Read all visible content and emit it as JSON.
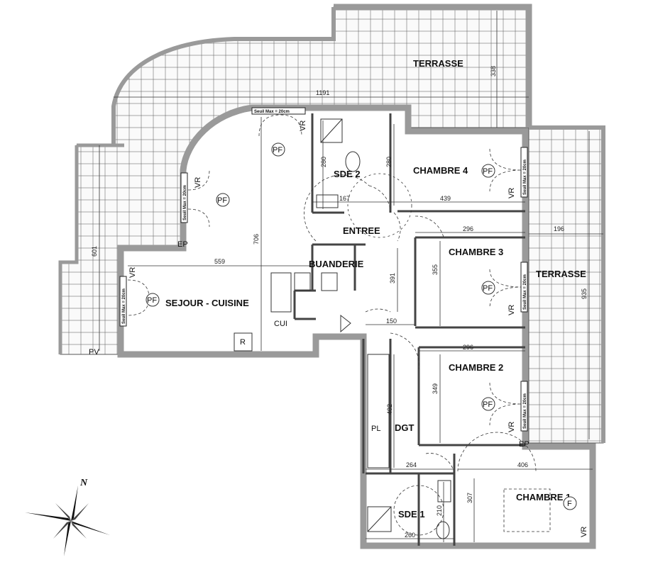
{
  "plan": {
    "rooms": {
      "terrasse_top": "TERRASSE",
      "terrasse_right": "TERRASSE",
      "sde2": "SDE 2",
      "chambre4": "CHAMBRE 4",
      "entree": "ENTREE",
      "chambre3": "CHAMBRE 3",
      "buanderie": "BUANDERIE",
      "sejour": "SEJOUR - CUISINE",
      "chambre2": "CHAMBRE 2",
      "dgt": "DGT",
      "chambre1": "CHAMBRE 1",
      "sde1": "SDE 1"
    },
    "dimensions": {
      "d1191": "1191",
      "d338": "338",
      "d280a": "280",
      "d280b": "280",
      "d167": "167",
      "d439": "439",
      "d296a": "296",
      "d196": "196",
      "d355": "355",
      "d935": "935",
      "d706": "706",
      "d601": "601",
      "d559": "559",
      "d391": "391",
      "d150": "150",
      "d296b": "296",
      "d349": "349",
      "d402": "402",
      "d264": "264",
      "d406": "406",
      "d307": "307",
      "d210": "210",
      "d260": "260"
    },
    "threshold": "Seuil Max = 20cm",
    "codes": {
      "vr": "VR",
      "pf": "PF",
      "ep": "EP",
      "pv": "PV",
      "cui": "CUI",
      "r": "R",
      "pl": "PL",
      "f": "F"
    },
    "compass": "N"
  }
}
